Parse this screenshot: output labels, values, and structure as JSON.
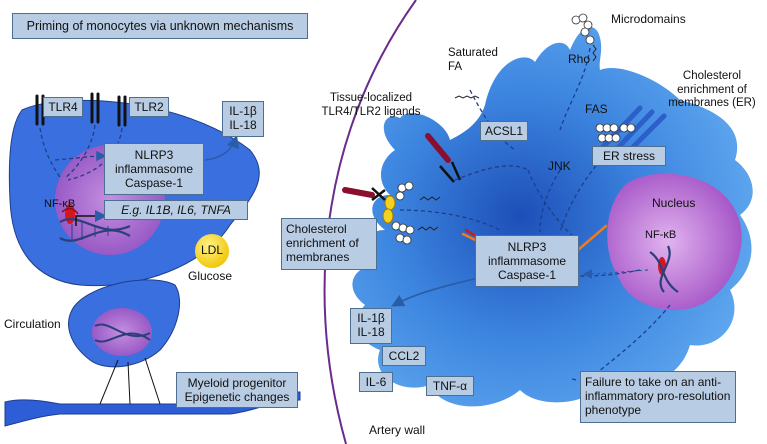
{
  "left": {
    "priming_title": "Priming of monocytes via unknown mechanisms",
    "tlr4": "TLR4",
    "tlr2": "TLR2",
    "il1b": "IL-1β",
    "il18": "IL-18",
    "nlrp3": "NLRP3",
    "inflammasome": "inflammasome",
    "caspase": "Caspase-1",
    "nfkb": "NF-κB",
    "genes": "E.g. IL1B, IL6, TNFA",
    "ldl": "LDL",
    "glucose": "Glucose",
    "circulation": "Circulation",
    "myeloid": "Myeloid progenitor",
    "epigenetic": "Epigenetic changes"
  },
  "right": {
    "tissue_ligands_1": "Tissue-localized",
    "tissue_ligands_2": "TLR4/TLR2 ligands",
    "saturated_1": "Saturated",
    "saturated_2": "FA",
    "acsl1": "ACSL1",
    "rho": "Rho",
    "microdomains": "Microdomains",
    "chol_er_1": "Cholesterol",
    "chol_er_2": "enrichment of",
    "chol_er_3": "membranes (ER)",
    "fas": "FAS",
    "jnk": "JNK",
    "er_stress": "ER stress",
    "nucleus": "Nucleus",
    "nfkb": "NF-κB",
    "chol_mem_1": "Cholesterol",
    "chol_mem_2": "enrichment of",
    "chol_mem_3": "membranes",
    "nlrp3": "NLRP3",
    "inflammasome": "inflammasome",
    "caspase": "Caspase-1",
    "il1b": "IL-1β",
    "il18": "IL-18",
    "ccl2": "CCL2",
    "il6": "IL-6",
    "tnfa": "TNF-α",
    "failure_1": "Failure to take on an anti-",
    "failure_2": "inflammatory pro-resolution",
    "failure_3": "phenotype",
    "artery_wall": "Artery wall"
  },
  "colors": {
    "cell_blue": "#3a6fe0",
    "macrophage_blue": "#4b93e6",
    "nucleus_purple": "#b566cf",
    "box_fill": "#b8cce4",
    "ldl_yellow": "#f5d21f",
    "divider_purple": "#6b2a8c"
  }
}
